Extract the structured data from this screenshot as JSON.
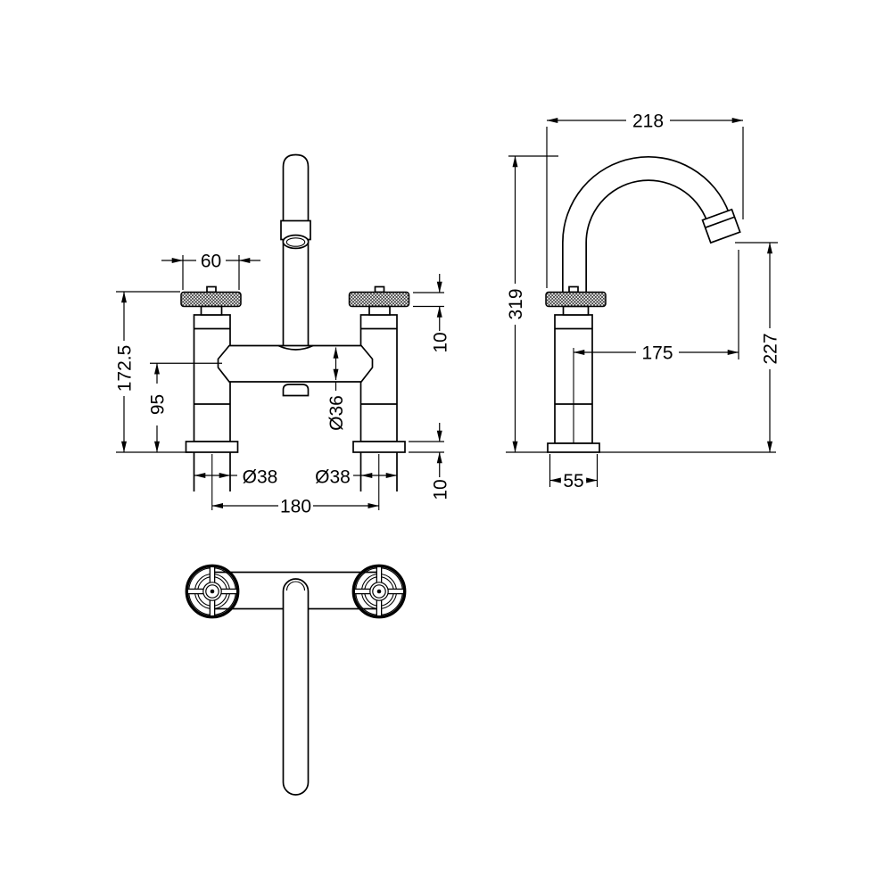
{
  "colors": {
    "background": "#ffffff",
    "line": "#000000"
  },
  "dims": {
    "front": {
      "handle_width": "60",
      "overall_height": "172.5",
      "spout_centre_height": "95",
      "handle_thickness": "10",
      "body_diameter": "Ø36",
      "left_leg_diameter": "Ø38",
      "right_leg_diameter": "Ø38",
      "tap_centres": "180",
      "base_plate_height": "10"
    },
    "side": {
      "spout_reach": "218",
      "overall_height": "319",
      "spout_outlet_height": "227",
      "outlet_projection": "175",
      "base_width": "55"
    }
  }
}
